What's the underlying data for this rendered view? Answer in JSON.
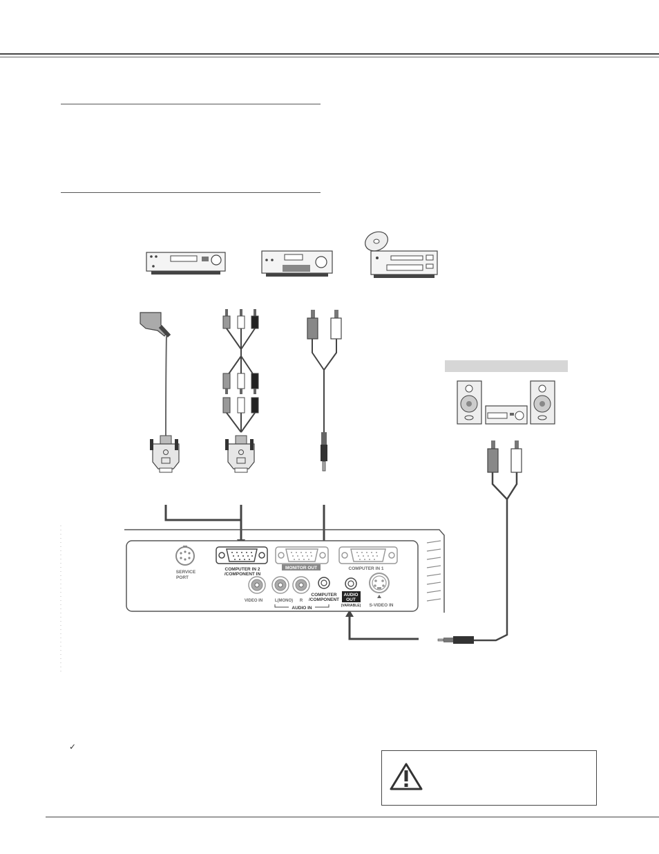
{
  "ports": {
    "service_port": [
      "SERVICE",
      "PORT"
    ],
    "computer_in_2": [
      "COMPUTER IN 2",
      "/COMPONENT IN"
    ],
    "monitor_out": "MONITOR OUT",
    "computer_in_1": "COMPUTER IN 1",
    "video_in": "VIDEO IN",
    "l_mono": "L(MONO)",
    "r": "R",
    "computer_component": [
      "COMPUTER",
      "/COMPONENT"
    ],
    "audio_in": "AUDIO IN",
    "audio_out": [
      "AUDIO",
      "OUT"
    ],
    "variable": "(VARIABLE)",
    "s_video_in": "S-VIDEO IN"
  },
  "icons": {
    "check": "✓",
    "caution": "warning-triangle-icon"
  },
  "colors": {
    "cable": "#444444",
    "panel_border": "#555555",
    "monitor_out_label_bg": "#888888",
    "audio_out_label_bg": "#222222",
    "speaker_band": "#d6d6d6"
  }
}
